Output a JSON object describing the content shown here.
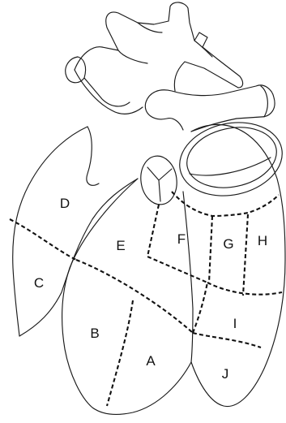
{
  "diagram": {
    "segments": [
      {
        "id": "A",
        "label": "A"
      },
      {
        "id": "B",
        "label": "B"
      },
      {
        "id": "C",
        "label": "C"
      },
      {
        "id": "D",
        "label": "D"
      },
      {
        "id": "E",
        "label": "E"
      },
      {
        "id": "F",
        "label": "F"
      },
      {
        "id": "G",
        "label": "G"
      },
      {
        "id": "H",
        "label": "H"
      },
      {
        "id": "I",
        "label": "I"
      },
      {
        "id": "J",
        "label": "J"
      }
    ]
  }
}
